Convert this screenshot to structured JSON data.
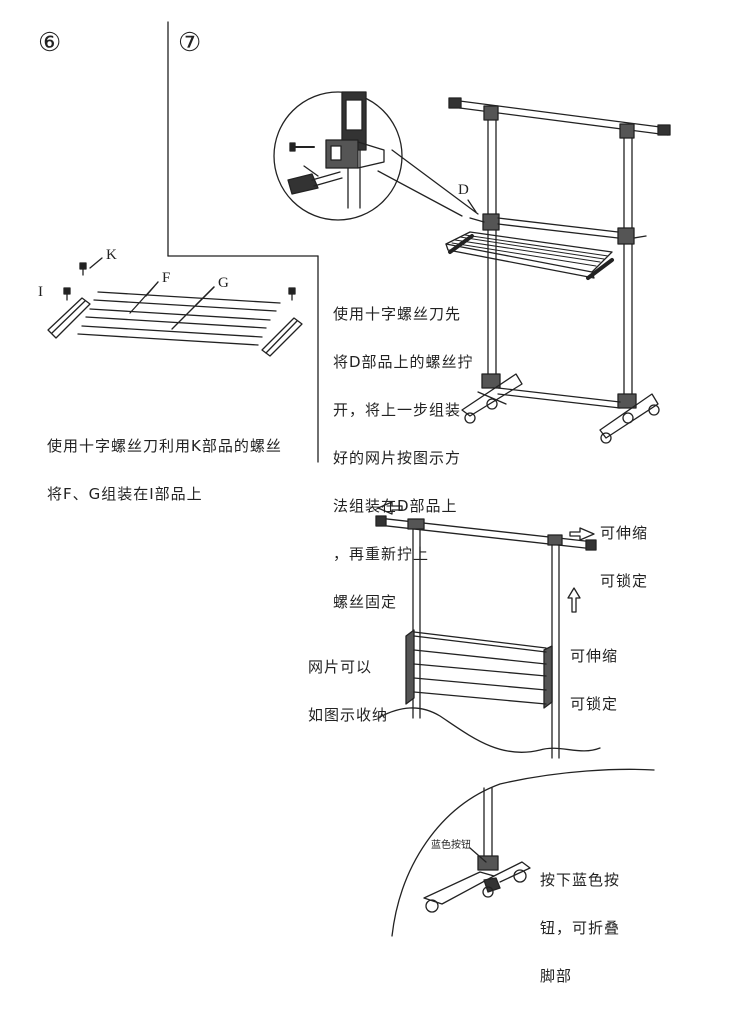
{
  "steps": {
    "six": {
      "number": "⑥",
      "labels": {
        "k": "K",
        "i": "I",
        "f": "F",
        "g": "G"
      },
      "caption": [
        "使用十字螺丝刀利用K部品的螺丝",
        "将F、G组装在I部品上"
      ]
    },
    "seven": {
      "number": "⑦",
      "labels": {
        "d": "D"
      },
      "caption": [
        "使用十字螺丝刀先",
        "将D部品上的螺丝拧",
        "开，将上一步组装",
        "好的网片按图示方",
        "法组装在D部品上",
        "，再重新拧上",
        "螺丝固定"
      ]
    }
  },
  "telescopic": {
    "rod_note": [
      "可伸缩",
      "可锁定"
    ],
    "pole_note": [
      "可伸缩",
      "可锁定"
    ],
    "shelf_note": [
      "网片可以",
      "如图示收纳"
    ]
  },
  "folding": {
    "button_label": "蓝色按钮",
    "note": [
      "按下蓝色按",
      "钮，可折叠",
      "脚部"
    ]
  },
  "colors": {
    "line": "#222222",
    "dark": "#333333"
  }
}
